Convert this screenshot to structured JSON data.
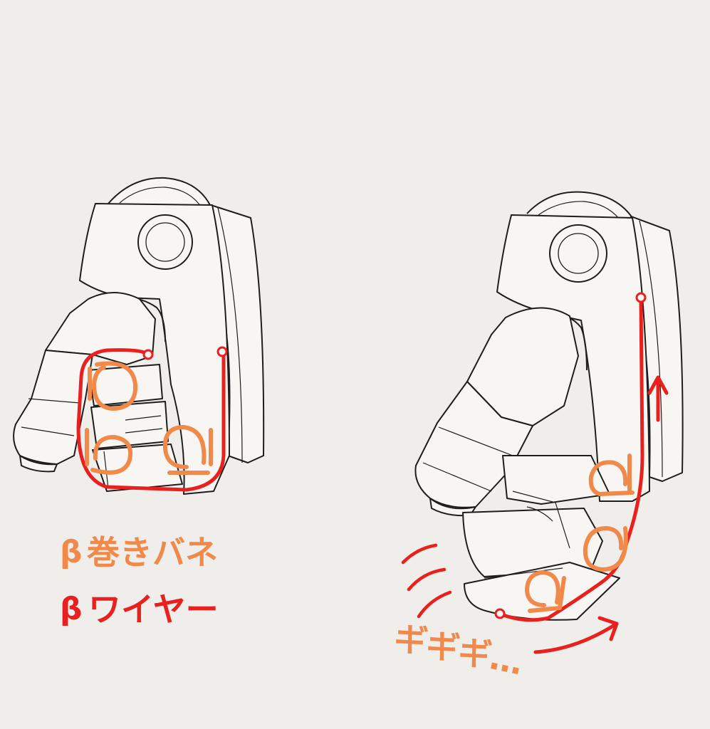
{
  "legend": {
    "spring_label": "巻きバネ",
    "wire_label": "ワイヤー"
  },
  "sound_effect": "ギギギ…",
  "colors": {
    "paper": "#efeeea",
    "ink": "#1e1e1e",
    "spring": "#f0894a",
    "wire": "#e8201e"
  }
}
